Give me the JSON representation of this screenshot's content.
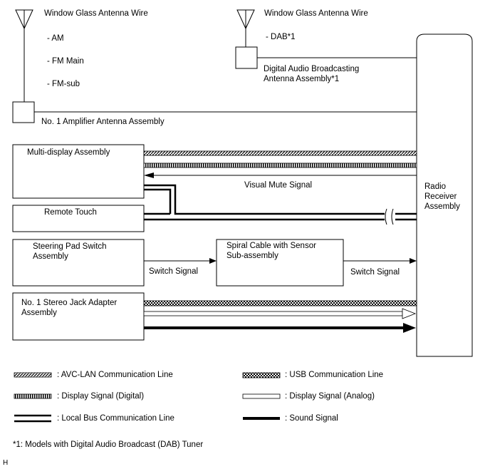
{
  "antenna_left": {
    "title": "Window Glass Antenna Wire",
    "bands": [
      "- AM",
      "- FM Main",
      "- FM-sub"
    ],
    "amplifier_label": "No. 1 Amplifier Antenna Assembly"
  },
  "antenna_right": {
    "title": "Window Glass Antenna Wire",
    "band": "- DAB*1",
    "dab_label_line1": "Digital Audio Broadcasting",
    "dab_label_line2": "Antenna Assembly*1"
  },
  "receiver": {
    "line1": "Radio",
    "line2": "Receiver",
    "line3": "Assembly"
  },
  "components": {
    "multi_display": "Multi-display Assembly",
    "remote_touch": "Remote Touch",
    "steering_pad_line1": "Steering Pad Switch",
    "steering_pad_line2": "Assembly",
    "spiral_cable_line1": "Spiral Cable with Sensor",
    "spiral_cable_line2": "Sub-assembly",
    "stereo_jack_line1": "No. 1 Stereo Jack Adapter",
    "stereo_jack_line2": "Assembly"
  },
  "signals": {
    "visual_mute": "Visual Mute Signal",
    "switch_signal_1": "Switch Signal",
    "switch_signal_2": "Switch Signal"
  },
  "legend": [
    {
      "id": "avc-lan",
      "label": ": AVC-LAN Communication Line"
    },
    {
      "id": "usb",
      "label": ": USB Communication Line"
    },
    {
      "id": "display-digital",
      "label": ": Display Signal (Digital)"
    },
    {
      "id": "display-analog",
      "label": ": Display Signal (Analog)"
    },
    {
      "id": "local-bus",
      "label": ": Local Bus Communication Line"
    },
    {
      "id": "sound",
      "label": ": Sound Signal"
    }
  ],
  "footnote": "*1: Models with Digital Audio Broadcast (DAB) Tuner",
  "corner_mark": "H"
}
